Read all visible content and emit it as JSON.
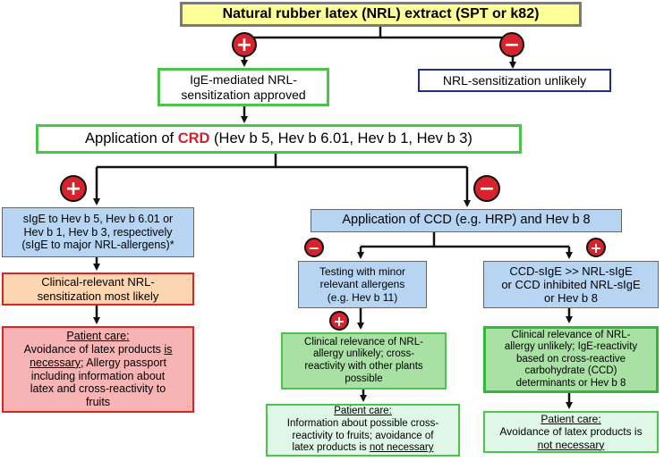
{
  "root": "Natural rubber latex (NRL) extract (SPT or k82)",
  "neg_root": "NRL-sensitization unlikely",
  "pos_root": [
    "IgE-mediated NRL-",
    "sensitization approved"
  ],
  "crd": {
    "prefix": "Application of ",
    "highlight": "CRD",
    "suffix": " (Hev b 5, Hev b 6.01, Hev b 1, Hev b 3)"
  },
  "left": {
    "sige": [
      "sIgE to Hev b 5, Hev b 6.01 or",
      "Hev b 1, Hev b 3, respectively",
      "(sIgE to major NRL-allergens)*"
    ],
    "clinical": [
      "Clinical-relevant NRL-",
      "sensitization most likely"
    ],
    "care_title": "Patient care:",
    "care_lines": {
      "l1": "Avoidance of latex products ",
      "l1u": "is",
      "l2u": "necessary",
      "l2": "; Allergy passport",
      "l3": "including information about",
      "l4": "latex and cross-reactivity to",
      "l5": "fruits"
    }
  },
  "right": {
    "ccd": "Application of CCD (e.g. HRP) and Hev b 8",
    "minor": [
      "Testing with minor",
      "relevant allergens",
      "(e.g. Hev b 11)"
    ],
    "ccd_sige": [
      "CCD-sIgE >> NRL-sIgE",
      "or CCD inhibited NRL-sIgE",
      "or Hev b 8"
    ],
    "minor_clinical": [
      "Clinical relevance of NRL-",
      "allergy unlikely;  cross-",
      "reactivity with other plants",
      "possible"
    ],
    "ccd_clinical": [
      "Clinical relevance of NRL-",
      "allergy unlikely;  IgE-reactivity",
      "based on cross-reactive",
      "carbohydrate (CCD)",
      "determinants  or Hev b 8"
    ],
    "minor_care_title": "Patient care:",
    "minor_care": {
      "l1": "Information about possible cross-",
      "l2": "reactivity to fruits; avoidance of",
      "l3": "latex products is ",
      "l3u": "not necessary"
    },
    "ccd_care_title": "Patient care:",
    "ccd_care": {
      "l1": "Avoidance of latex products is",
      "l2u": "not necessary"
    }
  },
  "signs": {
    "plus": "+",
    "minus": "−"
  },
  "colors": {
    "yellow_fill": "#ffff99",
    "green_border": "#4cc44c",
    "blue_border": "#1f2b8f",
    "light_blue": "#b7d5f2",
    "orange_fill": "#fbd6b0",
    "red_border": "#e0241c",
    "pink_fill": "#f8b4b4",
    "green_fill": "#a9e0a4",
    "mint_fill": "#dff7e6",
    "sign_red": "#d7232b"
  }
}
